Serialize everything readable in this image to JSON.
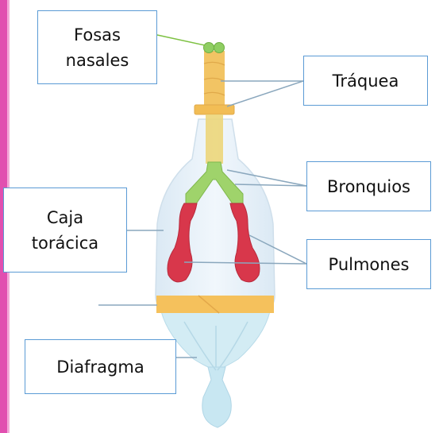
{
  "labels": {
    "fosas_nasales": {
      "line1": "Fosas",
      "line2": "nasales"
    },
    "traquea": "Tráquea",
    "bronquios": "Bronquios",
    "caja_toracica": {
      "line1": "Caja",
      "line2": "torácica"
    },
    "pulmones": "Pulmones",
    "diafragma": "Diafragma"
  },
  "colors": {
    "label_border": "#5b9bd5",
    "leader_line": "#8aa7bd",
    "nostril_line": "#7dc142",
    "trachea": "#f2c464",
    "bronchi": "#9fd36b",
    "lungs": "#d8374b",
    "band": "#f5c15c",
    "bottle": "#e5f1f9",
    "balloon": "#d3ecf4",
    "left_edge": "#e14fb0"
  }
}
